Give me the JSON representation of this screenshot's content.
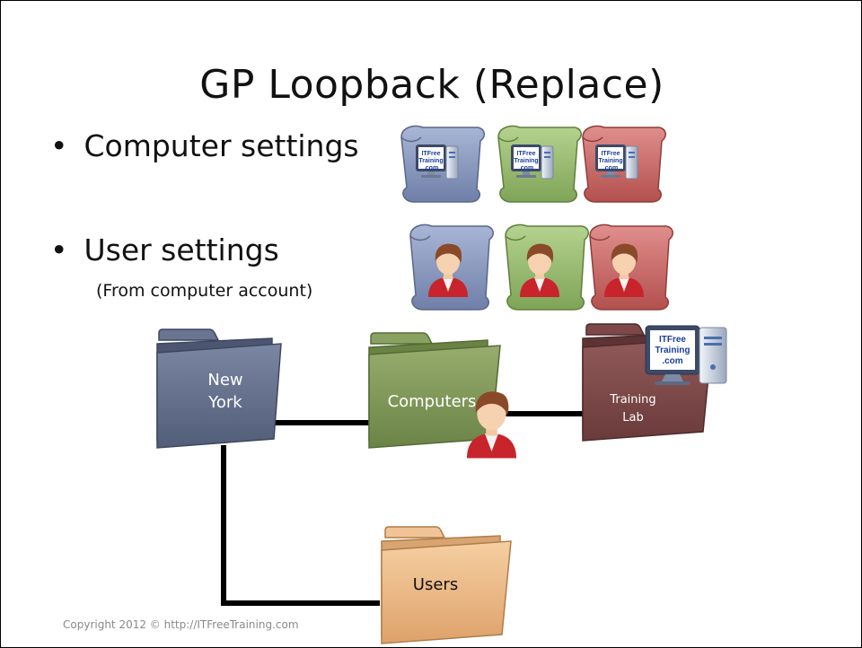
{
  "slide": {
    "title": "GP Loopback (Replace)",
    "bullets": [
      {
        "label": "Computer settings"
      },
      {
        "label": "User settings",
        "sub": "(From computer account)"
      }
    ],
    "scroll_badge_lines": [
      "ITFree",
      "Training",
      ".com"
    ],
    "folders": {
      "new_york": {
        "line1": "New",
        "line2": "York",
        "color": "#5f6b86"
      },
      "computers": {
        "label": "Computers",
        "color": "#7f9656"
      },
      "training_lab": {
        "line1": "Training",
        "line2": "Lab",
        "color": "#7c4848"
      },
      "users": {
        "label": "Users",
        "color": "#e9b886"
      }
    },
    "monitor_badge_lines": [
      "ITFree",
      "Training",
      ".com"
    ],
    "scroll_colors": {
      "blue": "#7d8eb6",
      "green": "#8fb46a",
      "red": "#c8615f"
    },
    "copyright": "Copyright 2012 © http://ITFreeTraining.com"
  }
}
